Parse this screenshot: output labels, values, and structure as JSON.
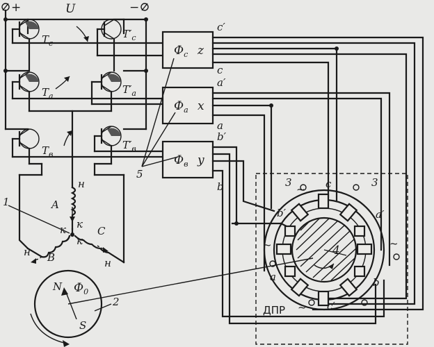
{
  "terminals": {
    "plus": "+",
    "minus": "−",
    "voltage": "U"
  },
  "transistors": {
    "tc": "T",
    "tc_sub": "c",
    "tc2": "T′",
    "tc2_sub": "c",
    "ta": "T",
    "ta_sub": "a",
    "ta2": "T′",
    "ta2_sub": "a",
    "tb": "T",
    "tb_sub": "в",
    "tb2": "T′",
    "tb2_sub": "в"
  },
  "blocks": {
    "fc": "Ф",
    "fc_sub": "c",
    "fc_out": "z",
    "fa": "Ф",
    "fa_sub": "a",
    "fa_out": "x",
    "fb": "Ф",
    "fb_sub": "в",
    "fb_out": "y"
  },
  "leads": {
    "c1": "c′",
    "c": "c",
    "a1": "a′",
    "a": "a",
    "b1": "b′",
    "b": "b"
  },
  "callouts": {
    "n1": "1",
    "n2": "2",
    "n3a": "3",
    "n3b": "3",
    "n4": "4",
    "n5": "5"
  },
  "windings": {
    "A": "A",
    "B": "B",
    "C": "C",
    "start": "н",
    "end": "к"
  },
  "rotor": {
    "N": "N",
    "S": "S",
    "flux": "Ф",
    "flux_sub": "0"
  },
  "sensor": {
    "title": "ДПР",
    "top_c": "c",
    "top_b1": "b′",
    "right_a1": "a′",
    "left_a": "a",
    "right_b": "b",
    "bottom_c1": "c′",
    "tilde": "~"
  }
}
